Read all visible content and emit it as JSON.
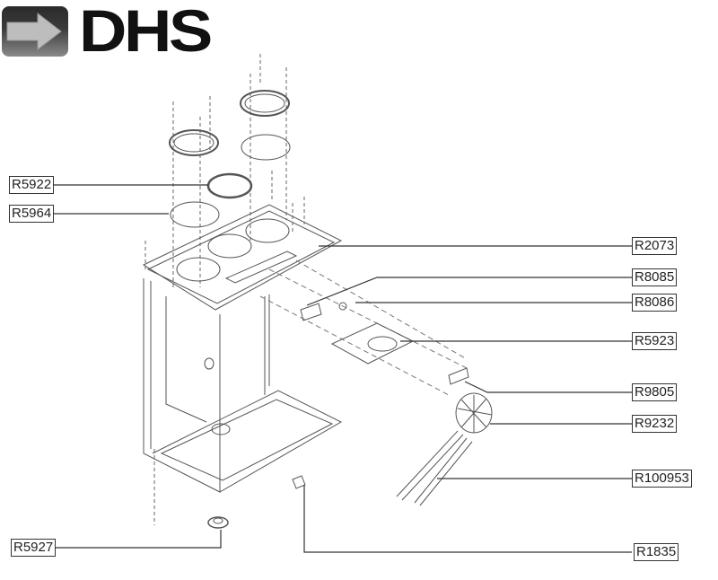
{
  "logo": {
    "text": "DHS",
    "icon": "arrow-right-icon"
  },
  "diagram": {
    "type": "exploded-parts-diagram",
    "callouts": [
      {
        "id": "R5922",
        "label": "R5922",
        "side": "left"
      },
      {
        "id": "R5964",
        "label": "R5964",
        "side": "left"
      },
      {
        "id": "R5927",
        "label": "R5927",
        "side": "left"
      },
      {
        "id": "R2073",
        "label": "R2073",
        "side": "right"
      },
      {
        "id": "R8085",
        "label": "R8085",
        "side": "right"
      },
      {
        "id": "R8086",
        "label": "R8086",
        "side": "right"
      },
      {
        "id": "R5923",
        "label": "R5923",
        "side": "right"
      },
      {
        "id": "R9805",
        "label": "R9805",
        "side": "right"
      },
      {
        "id": "R9232",
        "label": "R9232",
        "side": "right"
      },
      {
        "id": "R100953",
        "label": "R100953",
        "side": "right"
      },
      {
        "id": "R1835",
        "label": "R1835",
        "side": "right"
      }
    ]
  },
  "colors": {
    "line": "#333333",
    "drawing": "#555555",
    "background": "#ffffff"
  }
}
